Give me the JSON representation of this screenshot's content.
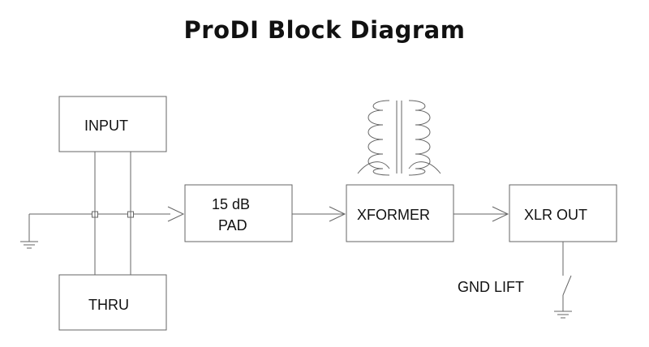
{
  "title": "ProDI Block Diagram",
  "blocks": {
    "input": "INPUT",
    "thru": "THRU",
    "pad_line1": "15 dB",
    "pad_line2": "PAD",
    "xformer": "XFORMER",
    "xlr_out": "XLR OUT"
  },
  "labels": {
    "gnd_lift": "GND LIFT"
  },
  "colors": {
    "line": "#666666",
    "text": "#111111"
  }
}
